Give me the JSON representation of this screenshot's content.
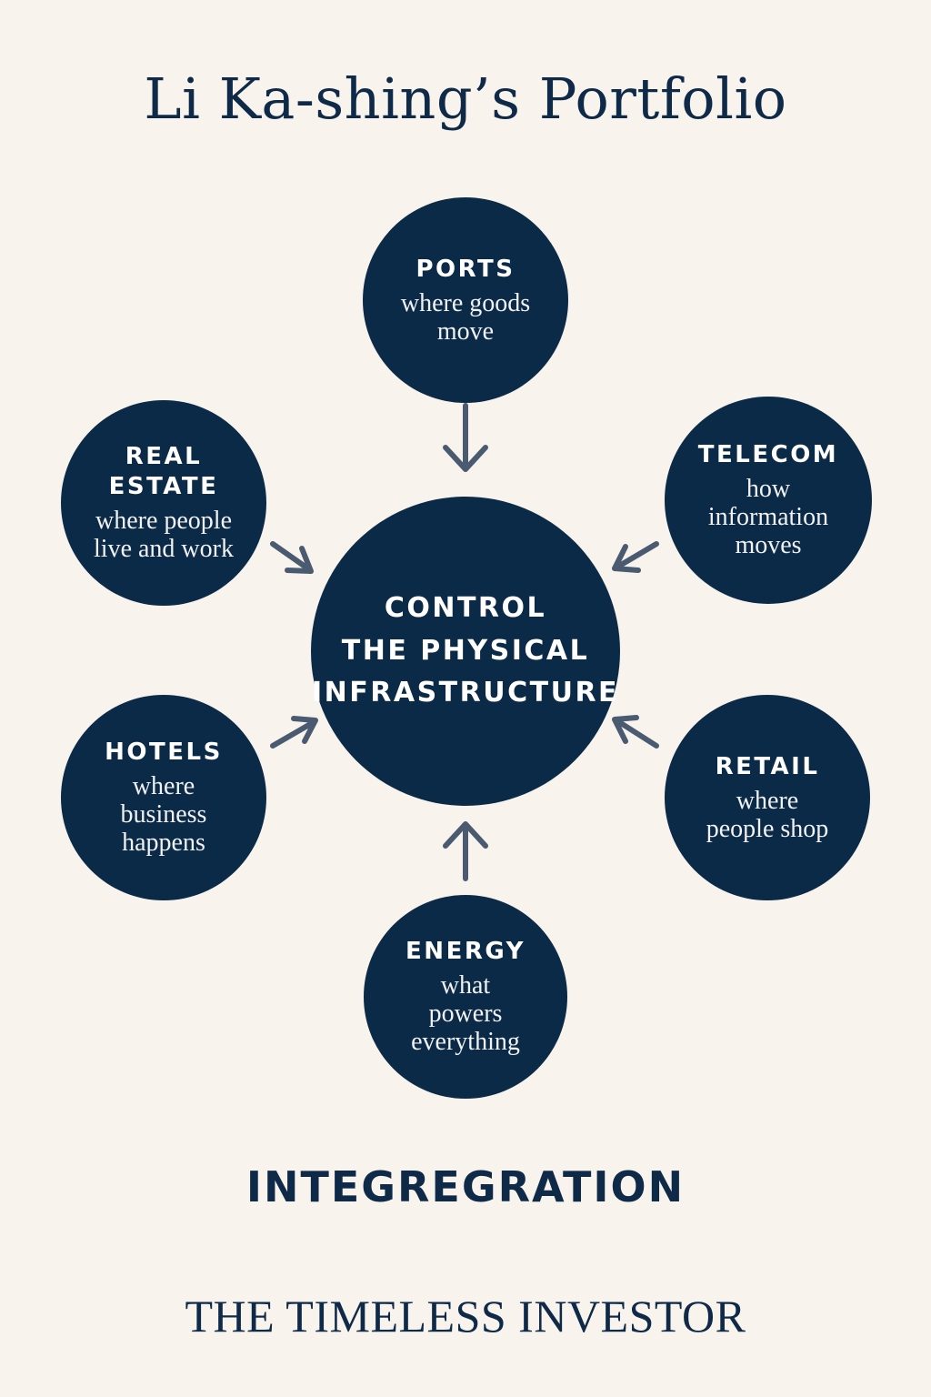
{
  "title": "Li Ka-shing’s Portfolio",
  "center": {
    "label": "CONTROL\nTHE PHYSICAL\nINFRASTRUCTURE"
  },
  "nodes": {
    "ports": {
      "label": "PORTS",
      "desc": "where goods\nmove"
    },
    "real_estate": {
      "label": "REAL\nESTATE",
      "desc": "where people\nlive and work"
    },
    "telecom": {
      "label": "TELECOM",
      "desc": "how\ninformation\nmoves"
    },
    "hotels": {
      "label": "HOTELS",
      "desc": "where\nbusiness\nhappens"
    },
    "retail": {
      "label": "RETAIL",
      "desc": "where\npeople shop"
    },
    "energy": {
      "label": "ENERGY",
      "desc": "what\npowers\neverything"
    }
  },
  "caption": "INTEGREGRATION",
  "footer": "THE TIMELESS INVESTOR",
  "colors": {
    "background": "#f8f3ec",
    "circle": "#0b2a48",
    "text_dark": "#0f2a48",
    "arrow": "#4a5a70"
  }
}
